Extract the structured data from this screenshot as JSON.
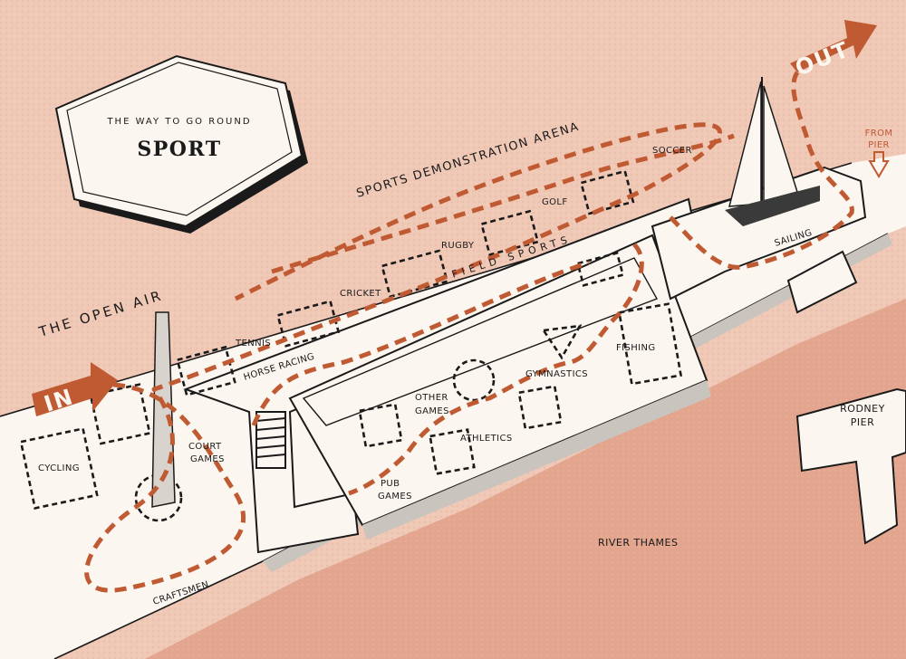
{
  "title_box": {
    "subtitle": "THE WAY TO GO ROUND",
    "title": "SPORT"
  },
  "arrows": {
    "in": "IN",
    "out": "OUT",
    "from_pier": [
      "FROM",
      "PIER"
    ]
  },
  "zones": {
    "open_air": "THE OPEN AIR",
    "arena": "SPORTS DEMONSTRATION ARENA",
    "field_sports": "FIELD SPORTS",
    "river": "RIVER THAMES",
    "rodney_pier": [
      "RODNEY",
      "PIER"
    ]
  },
  "sections": {
    "cycling": "CYCLING",
    "court_games": [
      "COURT",
      "GAMES"
    ],
    "craftsmen": "CRAFTSMEN",
    "pub_games": [
      "PUB",
      "GAMES"
    ],
    "tennis": "TENNIS",
    "horse_racing": "HORSE RACING",
    "cricket": "CRICKET",
    "rugby": "RUGBY",
    "golf": "GOLF",
    "soccer": "SOCCER",
    "sailing": "SAILING",
    "other_games": [
      "OTHER",
      "GAMES"
    ],
    "athletics": "ATHLETICS",
    "gymnastics": "GYMNASTICS",
    "fishing": "FISHING"
  },
  "colors": {
    "land": "#efc8b6",
    "water": "#e3a58e",
    "building": "#fbf6ef",
    "route": "#bf5a33",
    "ink": "#1a1a1a"
  }
}
